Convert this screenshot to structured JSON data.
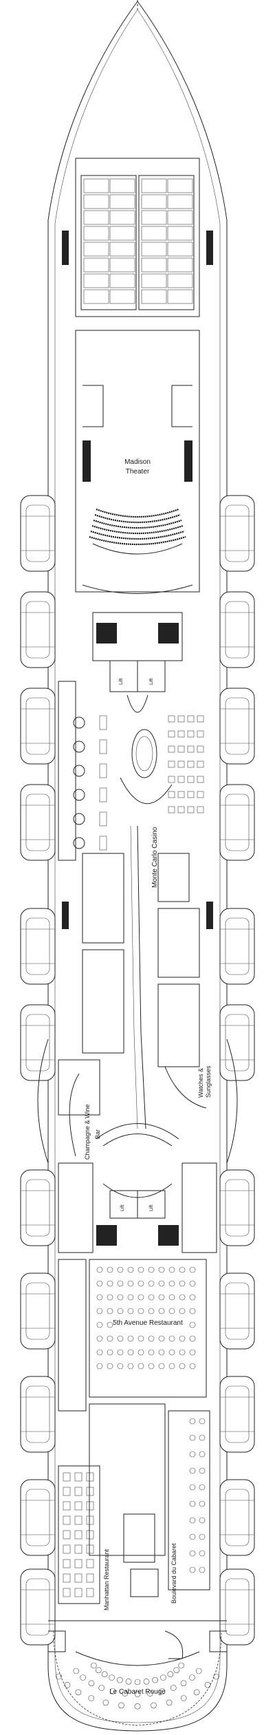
{
  "colors": {
    "line": "#222222",
    "background": "#ffffff"
  },
  "labels": {
    "madison": "Madison",
    "theater": "Theater",
    "lift": "Lift",
    "casino": "Monte Carlo Casino",
    "champagne": "Champagne & Wine",
    "bar": "Bar",
    "watches_1": "Watches &",
    "watches_2": "Sunglasses",
    "fifth_avenue": "5th Avenue Restaurant",
    "manhattan": "Manhattan Restaurant",
    "boulevard": "Boulevard du Cabaret",
    "cabaret": "Le Cabaret Rouge"
  }
}
